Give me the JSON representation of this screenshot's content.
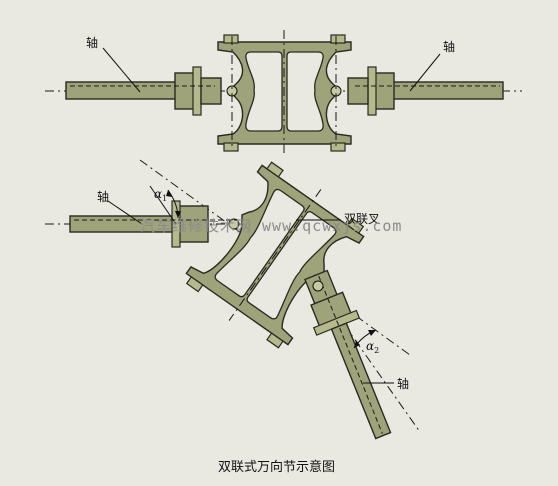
{
  "labels": {
    "shaft_top_left": "轴",
    "shaft_top_right": "轴",
    "shaft_bottom_left": "轴",
    "shaft_bottom_right": "轴",
    "double_yoke": "双联叉",
    "angle1": "α",
    "angle1_sub": "1",
    "angle2": "α",
    "angle2_sub": "2"
  },
  "watermark": "汽车维修技术网 www.qcwxjs.com",
  "caption": "双联式万向节示意图",
  "colors": {
    "background": "#e9e8e1",
    "metal": "#9fa37a",
    "metal_light": "#b6b98c",
    "outline": "#2a2a22"
  }
}
